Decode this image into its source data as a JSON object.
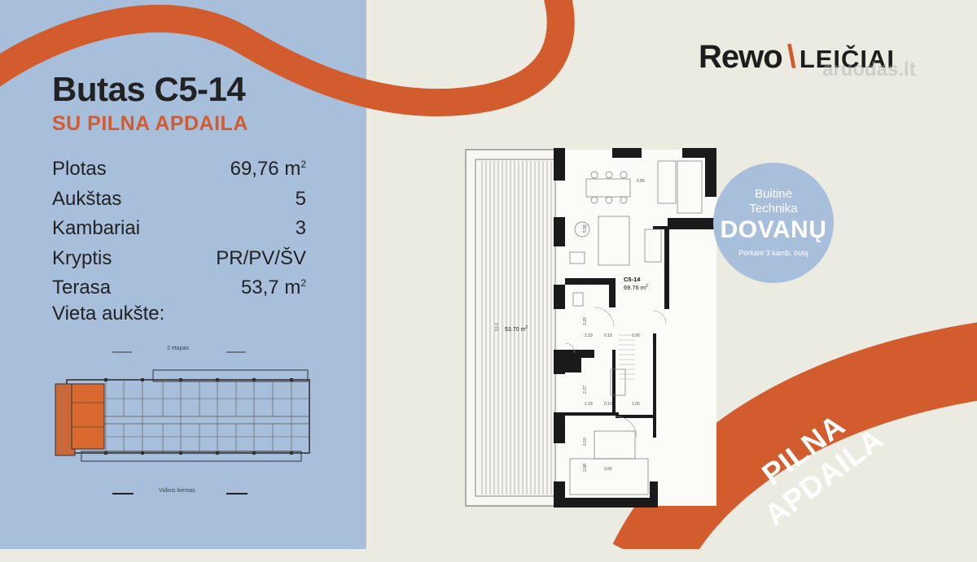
{
  "listing": {
    "title": "Butas C5-14",
    "subtitle": "SU PILNA APDAILA",
    "specs": [
      {
        "label": "Plotas",
        "value": "69,76 m",
        "sup": "2"
      },
      {
        "label": "Aukštas",
        "value": "5",
        "sup": ""
      },
      {
        "label": "Kambariai",
        "value": "3",
        "sup": ""
      },
      {
        "label": "Kryptis",
        "value": "PR/PV/ŠV",
        "sup": ""
      },
      {
        "label": "Terasa",
        "value": "53,7 m",
        "sup": "2"
      }
    ],
    "location_label": "Vieta aukšte:"
  },
  "site_plan": {
    "caption_top": "2 etapas",
    "caption_bottom": "Vidinis kiemas",
    "highlight_color": "#d9692f"
  },
  "brand": {
    "name": "Rewo",
    "separator": "\\",
    "project": "LEIČIAI",
    "watermark": "aruodas.lt"
  },
  "floorplan": {
    "unit_code": "C5-14",
    "unit_area": "69.76",
    "unit_area_unit": "m",
    "unit_area_sup": "2",
    "terrace_area": "53.70 m",
    "terrace_area_sup": "2",
    "dims": [
      "6.89",
      "5.58",
      "2.18",
      "0.10",
      "1.55",
      "2.29",
      "2.18",
      "0.10",
      "1.55",
      "2.27",
      "3.83",
      "2.88",
      "0.10",
      "53.0"
    ]
  },
  "promo_badge": {
    "line1": "Buitinė",
    "line2": "Technika",
    "line3": "DOVANŲ",
    "line4": "Perkant 3 kamb. butą"
  },
  "ribbon": {
    "text": "PILNA APDAILA"
  },
  "colors": {
    "accent": "#d35c2e",
    "panel_blue": "#a8bfdb",
    "background": "#ecebe2",
    "text_dark": "#222222"
  }
}
